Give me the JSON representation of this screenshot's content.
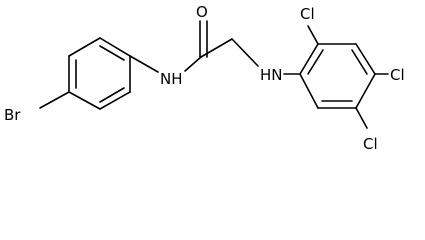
{
  "molecule": {
    "atoms": {
      "bromine": "Br",
      "oxygen": "O",
      "amide_nh": "NH",
      "amine_nh": "HN",
      "chlorine_2": "Cl",
      "chlorine_4": "Cl",
      "chlorine_5": "Cl"
    }
  }
}
